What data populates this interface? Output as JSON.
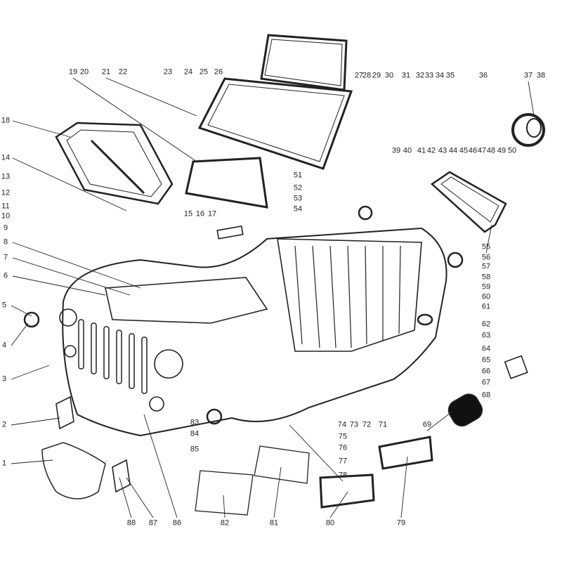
{
  "diagram": {
    "type": "exploded-parts-diagram",
    "part_labels": [
      "1",
      "2",
      "3",
      "4",
      "5",
      "6",
      "7",
      "8",
      "9",
      "10",
      "11",
      "12",
      "13",
      "14",
      "15",
      "16",
      "17",
      "18",
      "19",
      "20",
      "21",
      "22",
      "23",
      "24",
      "25",
      "26",
      "27",
      "28",
      "29",
      "30",
      "31",
      "32",
      "33",
      "34",
      "35",
      "36",
      "37",
      "38",
      "39",
      "40",
      "41",
      "42",
      "43",
      "44",
      "45",
      "46",
      "47",
      "48",
      "49",
      "50",
      "51",
      "52",
      "53",
      "54",
      "55",
      "56",
      "57",
      "58",
      "59",
      "60",
      "61",
      "62",
      "63",
      "64",
      "65",
      "66",
      "67",
      "68",
      "69",
      "71",
      "72",
      "73",
      "74",
      "75",
      "76",
      "77",
      "78",
      "79",
      "80",
      "81",
      "82",
      "83",
      "84",
      "85",
      "86",
      "87",
      "88"
    ]
  }
}
